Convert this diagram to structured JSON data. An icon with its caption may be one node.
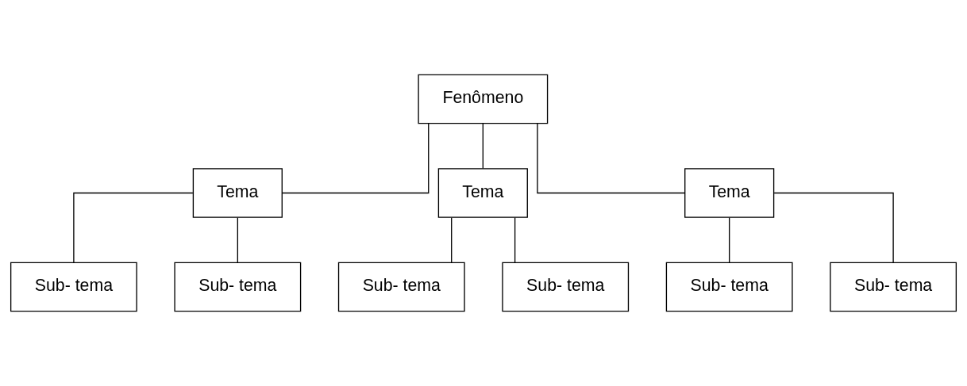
{
  "diagram": {
    "nodes": [
      {
        "text": [
          "Fenômeno"
        ]
      },
      {
        "text": [
          "Tema"
        ]
      },
      {
        "text": [
          "Tema"
        ]
      },
      {
        "text": [
          "Tema"
        ]
      },
      {
        "text": [
          "Sub- tema"
        ]
      },
      {
        "text": [
          "Sub- tema"
        ]
      },
      {
        "text": [
          "Sub- tema"
        ]
      },
      {
        "text": [
          "Sub- tema"
        ]
      },
      {
        "text": [
          "Sub- tema"
        ]
      },
      {
        "text": [
          "Sub- tema"
        ]
      }
    ],
    "edges": [
      {
        "from": 0,
        "to": 1,
        "arrow": "none"
      },
      {
        "from": 0,
        "to": 2,
        "arrow": "none"
      },
      {
        "from": 0,
        "to": 3,
        "arrow": "none"
      },
      {
        "from": 1,
        "to": 4,
        "arrow": "none"
      },
      {
        "from": 1,
        "to": 5,
        "arrow": "none"
      },
      {
        "from": 2,
        "to": 6,
        "arrow": "none"
      },
      {
        "from": 2,
        "to": 7,
        "arrow": "none"
      },
      {
        "from": 3,
        "to": 8,
        "arrow": "none"
      },
      {
        "from": 3,
        "to": 9,
        "arrow": "none"
      }
    ]
  }
}
